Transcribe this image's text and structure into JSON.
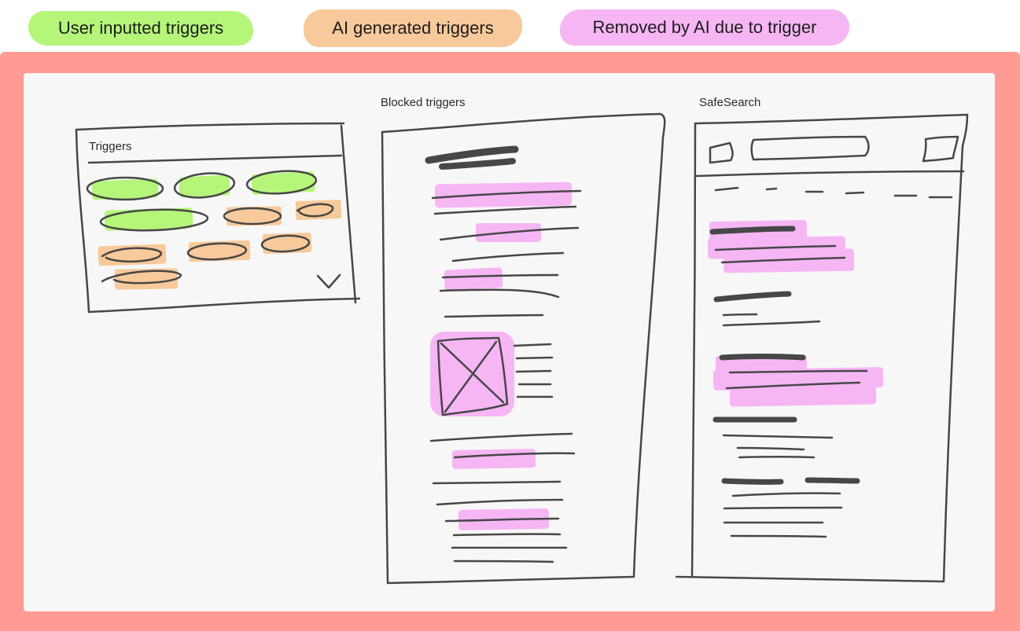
{
  "colors": {
    "user_trigger": "#b5f57a",
    "ai_trigger": "#f8c99a",
    "removed": "#f6b6f4",
    "frame": "#ff9b93",
    "ink": "#474747"
  },
  "legend": {
    "user_inputted": "User inputted triggers",
    "ai_generated": "AI generated triggers",
    "removed_by_ai": "Removed by AI due to trigger"
  },
  "triggers_panel": {
    "title": "Triggers",
    "expand_icon": "chevron-down-icon"
  },
  "blocked_page": {
    "title": "Blocked triggers",
    "image_icon": "image-placeholder-icon"
  },
  "safesearch_page": {
    "title": "SafeSearch",
    "logo_icon": "logo-placeholder-icon",
    "search_bar_icon": "search-bar-placeholder",
    "menu_icon": "menu-placeholder-icon"
  }
}
